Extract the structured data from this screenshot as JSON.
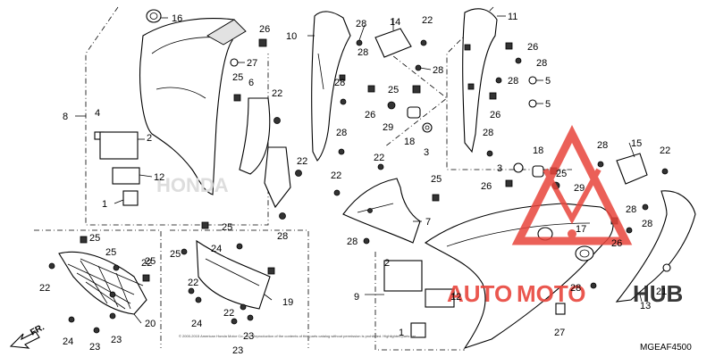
{
  "diagram": {
    "code": "MGEAF4500",
    "front_arrow_label": "FR.",
    "watermark": {
      "brand_auto": "AUTO",
      "brand_moto": "MOTO",
      "brand_hub": "HUB",
      "emblem_color": "#e8453c",
      "text_color": "#e8453c",
      "hub_color": "#222222"
    },
    "copyright": "© 2000-2015 American Honda Motor Co., Inc. Reproduction of the contents of this parts catalog without permission is prohibited. Highlighted parts are..."
  },
  "callouts": [
    {
      "id": "c1",
      "text": "16"
    },
    {
      "id": "c2",
      "text": "8"
    },
    {
      "id": "c3",
      "text": "4"
    },
    {
      "id": "c4",
      "text": "2"
    },
    {
      "id": "c5",
      "text": "12"
    },
    {
      "id": "c6",
      "text": "1"
    },
    {
      "id": "c7",
      "text": "26"
    },
    {
      "id": "c8",
      "text": "27"
    },
    {
      "id": "c9",
      "text": "25"
    },
    {
      "id": "c10",
      "text": "6"
    },
    {
      "id": "c11",
      "text": "22"
    },
    {
      "id": "c12",
      "text": "10"
    },
    {
      "id": "c13",
      "text": "28"
    },
    {
      "id": "c14",
      "text": "28"
    },
    {
      "id": "c15",
      "text": "28"
    },
    {
      "id": "c16",
      "text": "14"
    },
    {
      "id": "c17",
      "text": "22"
    },
    {
      "id": "c18",
      "text": "28"
    },
    {
      "id": "c19",
      "text": "25"
    },
    {
      "id": "c20",
      "text": "26"
    },
    {
      "id": "c21",
      "text": "29"
    },
    {
      "id": "c22",
      "text": "18"
    },
    {
      "id": "c23",
      "text": "3"
    },
    {
      "id": "c24",
      "text": "11"
    },
    {
      "id": "c25",
      "text": "26"
    },
    {
      "id": "c26",
      "text": "28"
    },
    {
      "id": "c27",
      "text": "28"
    },
    {
      "id": "c28",
      "text": "5"
    },
    {
      "id": "c29",
      "text": "26"
    },
    {
      "id": "c30",
      "text": "5"
    },
    {
      "id": "c31",
      "text": "28"
    },
    {
      "id": "c32",
      "text": "28"
    },
    {
      "id": "c33",
      "text": "22"
    },
    {
      "id": "c34",
      "text": "22"
    },
    {
      "id": "c35",
      "text": "25"
    },
    {
      "id": "c36",
      "text": "7"
    },
    {
      "id": "c37",
      "text": "28"
    },
    {
      "id": "c38",
      "text": "28"
    },
    {
      "id": "c39",
      "text": "22"
    },
    {
      "id": "c40",
      "text": "3"
    },
    {
      "id": "c41",
      "text": "18"
    },
    {
      "id": "c42",
      "text": "25"
    },
    {
      "id": "c43",
      "text": "26"
    },
    {
      "id": "c44",
      "text": "29"
    },
    {
      "id": "c45",
      "text": "28"
    },
    {
      "id": "c46",
      "text": "15"
    },
    {
      "id": "c47",
      "text": "22"
    },
    {
      "id": "c48",
      "text": "17"
    },
    {
      "id": "c49",
      "text": "28"
    },
    {
      "id": "c50",
      "text": "26"
    },
    {
      "id": "c51",
      "text": "28"
    },
    {
      "id": "c52",
      "text": "21"
    },
    {
      "id": "c53",
      "text": "13"
    },
    {
      "id": "c54",
      "text": "27"
    },
    {
      "id": "c55",
      "text": "2"
    },
    {
      "id": "c56",
      "text": "9"
    },
    {
      "id": "c57",
      "text": "12"
    },
    {
      "id": "c58",
      "text": "1"
    },
    {
      "id": "c59",
      "text": "28"
    },
    {
      "id": "c60",
      "text": "25"
    },
    {
      "id": "c61",
      "text": "22"
    },
    {
      "id": "c62",
      "text": "25"
    },
    {
      "id": "c63",
      "text": "22"
    },
    {
      "id": "c64",
      "text": "20"
    },
    {
      "id": "c65",
      "text": "24"
    },
    {
      "id": "c66",
      "text": "23"
    },
    {
      "id": "c67",
      "text": "23"
    },
    {
      "id": "c68",
      "text": "25"
    },
    {
      "id": "c69",
      "text": "24"
    },
    {
      "id": "c70",
      "text": "25"
    },
    {
      "id": "c71",
      "text": "25"
    },
    {
      "id": "c72",
      "text": "22"
    },
    {
      "id": "c73",
      "text": "19"
    },
    {
      "id": "c74",
      "text": "24"
    },
    {
      "id": "c75",
      "text": "22"
    },
    {
      "id": "c76",
      "text": "23"
    },
    {
      "id": "c77",
      "text": "23"
    }
  ]
}
